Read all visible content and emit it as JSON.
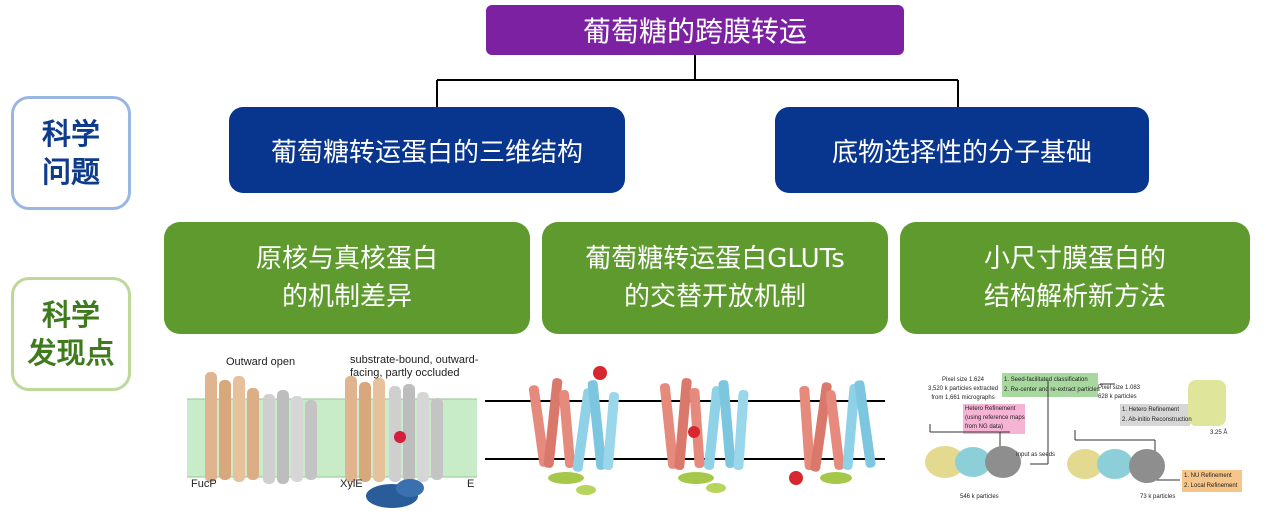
{
  "title": "葡萄糖的跨膜转运",
  "side_labels": {
    "questions": "科学\n问题",
    "findings": "科学\n发现点"
  },
  "questions": [
    "葡萄糖转运蛋白的三维结构",
    "底物选择性的分子基础"
  ],
  "findings": [
    "原核与真核蛋白\n的机制差异",
    "葡萄糖转运蛋白GLUTs\n的交替开放机制",
    "小尺寸膜蛋白的\n结构解析新方法"
  ],
  "figure1": {
    "label_left": "Outward open",
    "label_right": "substrate-bound, outward-\nfacing, partly occluded",
    "protein_left": "FucP",
    "protein_right": "XylE",
    "protein_edge": "E"
  },
  "figure3": {
    "pixel_left": "Pixel size 1.624\n3,520 k particles extracted\nfrom 1,661 micrographs",
    "step_green": "1. Seed-facilitated classification\n2. Re-center and re-extract particles",
    "hetero_pink": "Hetero Refinement\n(using reference maps\nfrom NG data)",
    "pixel_mid": "Pixel size 1.083\n628 k particles",
    "steps_gray": "1. Hetero Refinement\n2. Ab-initio Reconstruction",
    "resolution": "3.25 Å",
    "input_seeds": "Input as seeds",
    "count_left": "546 k particles",
    "count_right": "73 k particles",
    "steps_orange": "1. NU Refinement\n2. Local Refinement"
  },
  "colors": {
    "title_bg": "#7b21a2",
    "question_bg": "#08358e",
    "finding_bg": "#5e9a2e",
    "side_q_border": "#9ab7e2",
    "side_f_border": "#bcd99a",
    "membrane": "#c8ecc8"
  }
}
